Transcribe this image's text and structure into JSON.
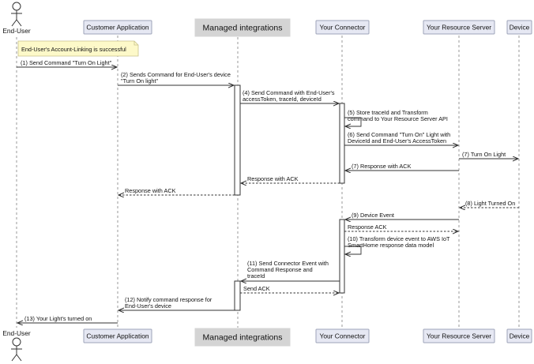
{
  "participants": {
    "end_user": "End-User",
    "customer_app": "Customer Application",
    "managed": "Managed integrations",
    "connector": "Your Connector",
    "resource_server": "Your Resource Server",
    "device": "Device"
  },
  "note": "End-User's Account-Linking is successful",
  "messages": {
    "m1": [
      "(1) Send Command \"Turn On Light\""
    ],
    "m2": [
      "(2) Sends Command for End-User's device",
      "\"Turn On light\""
    ],
    "m4": [
      "(4) Send Command with End-User's",
      "accessToken, traceId, deviceId"
    ],
    "m5": [
      "(5) Store traceId and Transform",
      "command to Your Resource Server API"
    ],
    "m6": [
      "(6) Send Command \"Turn On\" Light with",
      "DeviceId and End-User's AccessToken"
    ],
    "m7": [
      "(7) Turn On Light"
    ],
    "m7r": [
      "(7) Response with ACK"
    ],
    "r_connector": [
      "Response with ACK"
    ],
    "r_customer": [
      "Response with ACK"
    ],
    "m8": [
      "(8) Light Turned On"
    ],
    "m9": [
      "(9) Device Event"
    ],
    "r_ack": [
      "Response ACK"
    ],
    "m10": [
      "(10) Transform device event to AWS IoT",
      "SmartHome response data model"
    ],
    "m11": [
      "(11) Send Connector Event with",
      "Command Response and",
      " traceId"
    ],
    "send_ack": [
      "Send ACK"
    ],
    "m12": [
      "(12) Notify command response for",
      "End-User's device"
    ],
    "m13": [
      "(13) Your Light's turned on"
    ]
  }
}
